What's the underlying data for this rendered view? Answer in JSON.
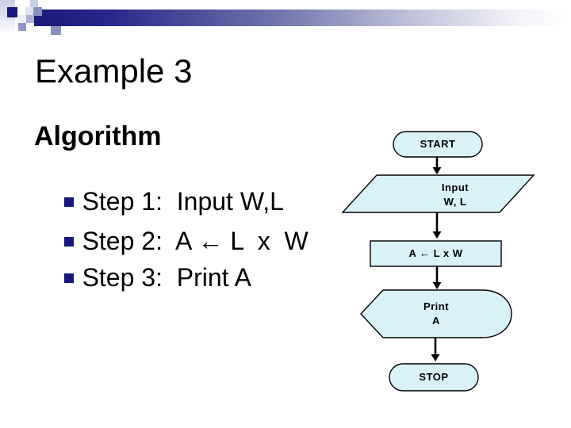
{
  "slide": {
    "title": "Example 3",
    "body": {
      "heading": "Algorithm",
      "steps": [
        {
          "label": "Step 1:  Input W,L"
        },
        {
          "label": "Step 2:  A ← L  x  W"
        },
        {
          "label": "Step 3:  Print A"
        }
      ]
    },
    "flowchart": {
      "start_label": "START",
      "input_line1": "Input",
      "input_line2": "W, L",
      "process_label": "A ← L x W",
      "print_line1": "Print",
      "print_line2": "A",
      "stop_label": "STOP"
    },
    "colors": {
      "accent_navy": "#181878",
      "shape_fill": "#d9f2f8",
      "shape_border": "#000000"
    }
  }
}
